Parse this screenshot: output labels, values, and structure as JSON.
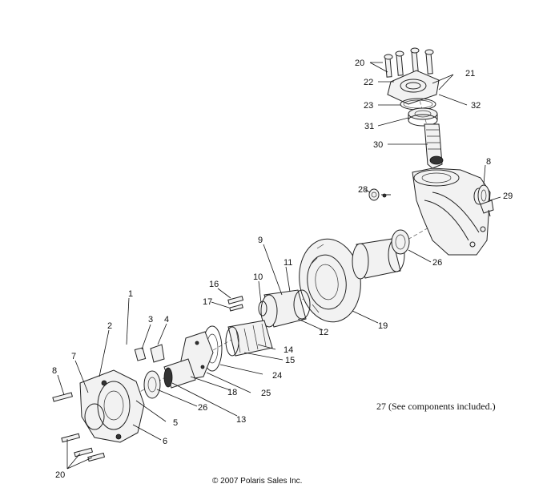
{
  "callouts": [
    "20",
    "21",
    "22",
    "23",
    "32",
    "31",
    "30",
    "8",
    "28",
    "29",
    "9",
    "11",
    "10",
    "26",
    "12",
    "19",
    "16",
    "17",
    "14",
    "15",
    "24",
    "25",
    "18",
    "13",
    "1",
    "3",
    "4",
    "2",
    "7",
    "8",
    "26",
    "5",
    "6",
    "20"
  ],
  "note": "27  (See components included.)",
  "copyright": "© 2007 Polaris Sales Inc."
}
